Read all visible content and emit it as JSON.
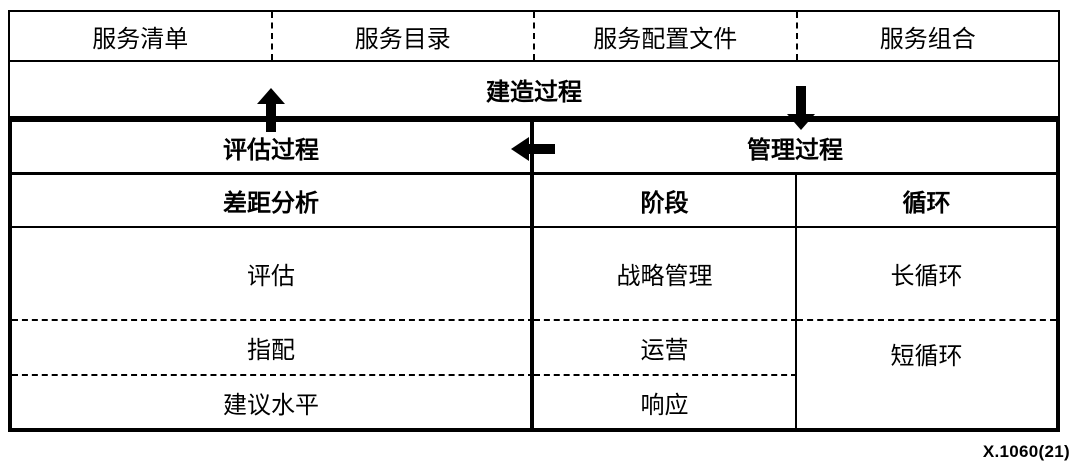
{
  "service_row": {
    "cells": [
      "服务清单",
      "服务目录",
      "服务配置文件",
      "服务组合"
    ]
  },
  "build_process": {
    "label": "建造过程"
  },
  "processes": {
    "evaluation": "评估过程",
    "management": "管理过程"
  },
  "table": {
    "headers": {
      "gap_analysis": "差距分析",
      "phase": "阶段",
      "cycle": "循环"
    },
    "rows": [
      {
        "gap": "评估",
        "phase": "战略管理",
        "cycle": "长循环"
      },
      {
        "gap": "指配",
        "phase": "运营",
        "cycle": "短循环"
      },
      {
        "gap": "建议水平",
        "phase": "响应"
      }
    ]
  },
  "caption": "X.1060(21)",
  "icons": {
    "up": "arrow-up-icon",
    "down": "arrow-down-icon",
    "left": "arrow-left-icon"
  },
  "colors": {
    "line": "#000000",
    "background": "#ffffff",
    "arrow": "#000000"
  }
}
